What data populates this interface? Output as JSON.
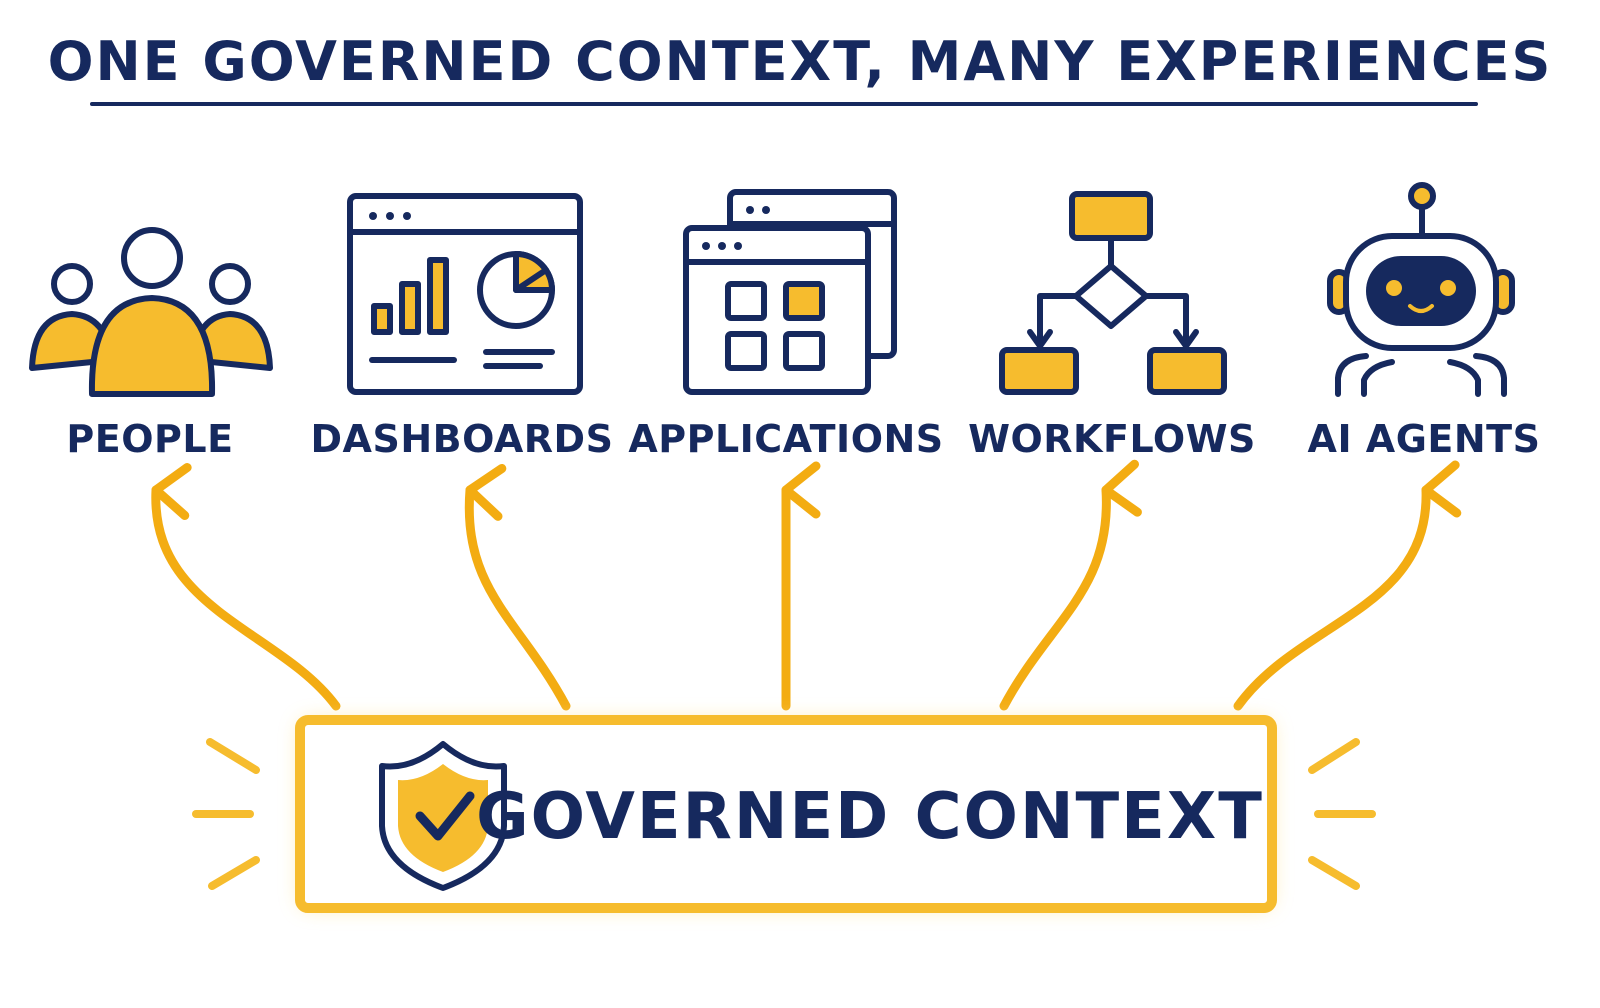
{
  "title": "ONE GOVERNED CONTEXT, MANY EXPERIENCES",
  "colors": {
    "ink": "#16295e",
    "accent": "#f6bc2e",
    "arrow": "#f3ac12",
    "glow": "#fde7a3",
    "paper": "#ffffff"
  },
  "experiences": [
    {
      "label": "PEOPLE",
      "icon": "people-icon"
    },
    {
      "label": "DASHBOARDS",
      "icon": "dashboard-icon"
    },
    {
      "label": "APPLICATIONS",
      "icon": "applications-icon"
    },
    {
      "label": "WORKFLOWS",
      "icon": "workflow-icon"
    },
    {
      "label": "AI AGENTS",
      "icon": "robot-icon"
    }
  ],
  "core": {
    "label": "GOVERNED CONTEXT",
    "icon": "shield-check-icon"
  }
}
